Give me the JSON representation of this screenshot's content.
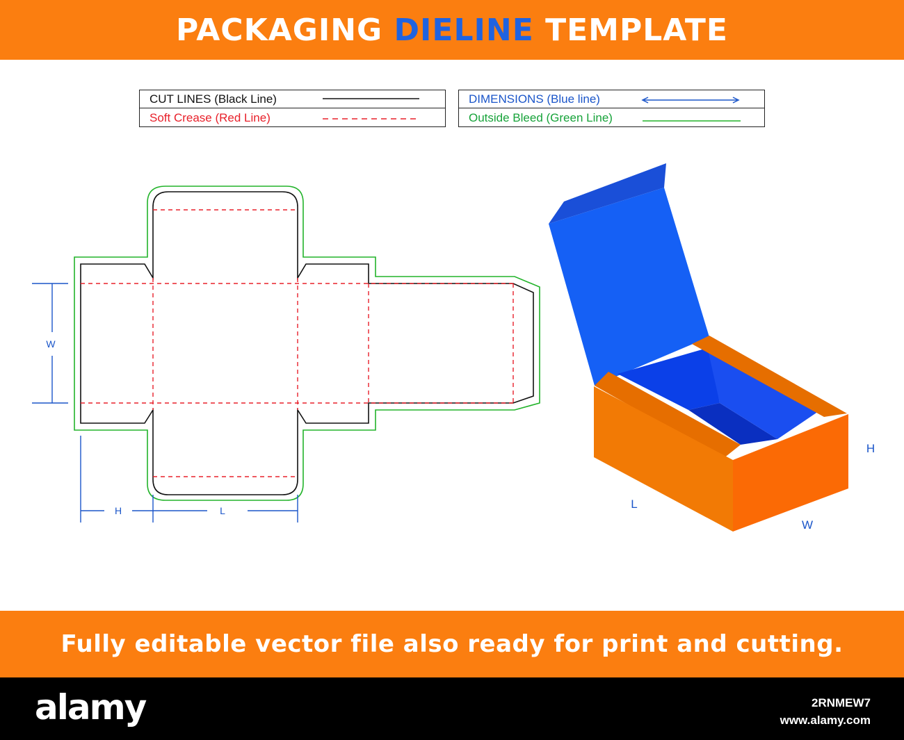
{
  "header": {
    "title_part1": "PACKAGING",
    "title_accent": "DIELINE",
    "title_part2": "TEMPLATE"
  },
  "legend": {
    "cut_lines": "CUT LINES (Black Line)",
    "soft_crease": "Soft Crease (Red Line)",
    "dimensions": "DIMENSIONS (Blue line)",
    "outside_bleed": "Outside Bleed (Green Line)"
  },
  "dieline": {
    "label_w": "W",
    "label_h": "H",
    "label_l": "L"
  },
  "box3d": {
    "label_h": "H",
    "label_l": "L",
    "label_w": "W"
  },
  "footer": {
    "tagline": "Fully editable vector file also ready for print and cutting.",
    "brand": "alamy",
    "image_id": "2RNMEW7",
    "site": "www.alamy.com"
  },
  "colors": {
    "orange": "#fb7e10",
    "cut": "#111111",
    "crease": "#e8202a",
    "dimension": "#1a55c9",
    "bleed": "#22b32a",
    "box_blue": "#1560f5",
    "box_orange": "#f27a05"
  }
}
